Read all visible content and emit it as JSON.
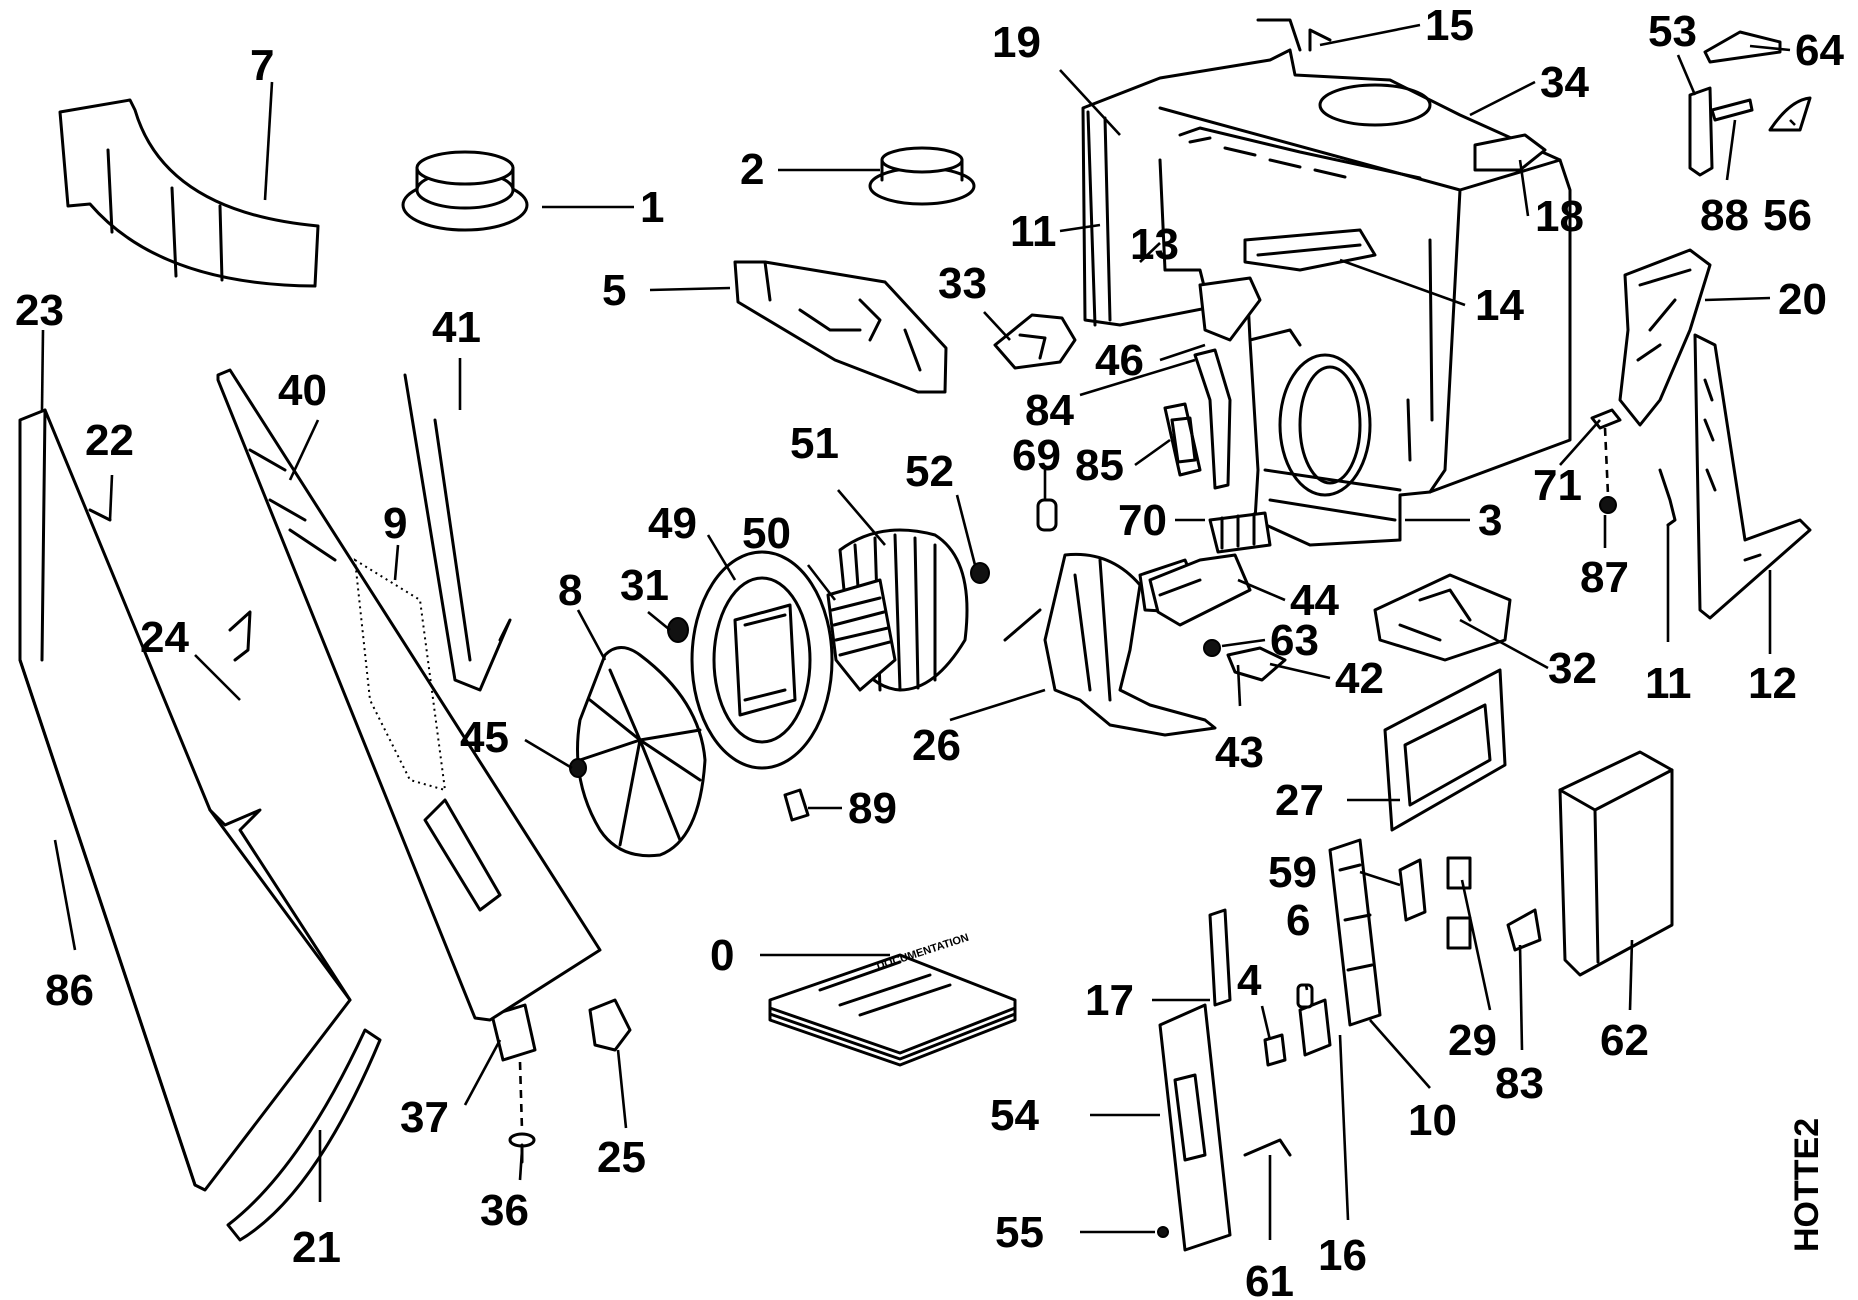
{
  "drawing_code": "HOTTE2",
  "manual_cover_text": "DOCUMENTATION",
  "callouts": [
    {
      "label": "0"
    },
    {
      "label": "1"
    },
    {
      "label": "2"
    },
    {
      "label": "3"
    },
    {
      "label": "4"
    },
    {
      "label": "5"
    },
    {
      "label": "6"
    },
    {
      "label": "7"
    },
    {
      "label": "8"
    },
    {
      "label": "9"
    },
    {
      "label": "10"
    },
    {
      "label": "11"
    },
    {
      "label": "11"
    },
    {
      "label": "12"
    },
    {
      "label": "13"
    },
    {
      "label": "14"
    },
    {
      "label": "15"
    },
    {
      "label": "16"
    },
    {
      "label": "17"
    },
    {
      "label": "18"
    },
    {
      "label": "19"
    },
    {
      "label": "20"
    },
    {
      "label": "21"
    },
    {
      "label": "22"
    },
    {
      "label": "23"
    },
    {
      "label": "24"
    },
    {
      "label": "25"
    },
    {
      "label": "26"
    },
    {
      "label": "27"
    },
    {
      "label": "29"
    },
    {
      "label": "31"
    },
    {
      "label": "32"
    },
    {
      "label": "33"
    },
    {
      "label": "34"
    },
    {
      "label": "36"
    },
    {
      "label": "37"
    },
    {
      "label": "40"
    },
    {
      "label": "41"
    },
    {
      "label": "42"
    },
    {
      "label": "43"
    },
    {
      "label": "44"
    },
    {
      "label": "45"
    },
    {
      "label": "46"
    },
    {
      "label": "49"
    },
    {
      "label": "50"
    },
    {
      "label": "51"
    },
    {
      "label": "52"
    },
    {
      "label": "53"
    },
    {
      "label": "54"
    },
    {
      "label": "55"
    },
    {
      "label": "56"
    },
    {
      "label": "59"
    },
    {
      "label": "61"
    },
    {
      "label": "62"
    },
    {
      "label": "63"
    },
    {
      "label": "64"
    },
    {
      "label": "69"
    },
    {
      "label": "70"
    },
    {
      "label": "71"
    },
    {
      "label": "83"
    },
    {
      "label": "84"
    },
    {
      "label": "85"
    },
    {
      "label": "86"
    },
    {
      "label": "87"
    },
    {
      "label": "88"
    },
    {
      "label": "89"
    }
  ]
}
